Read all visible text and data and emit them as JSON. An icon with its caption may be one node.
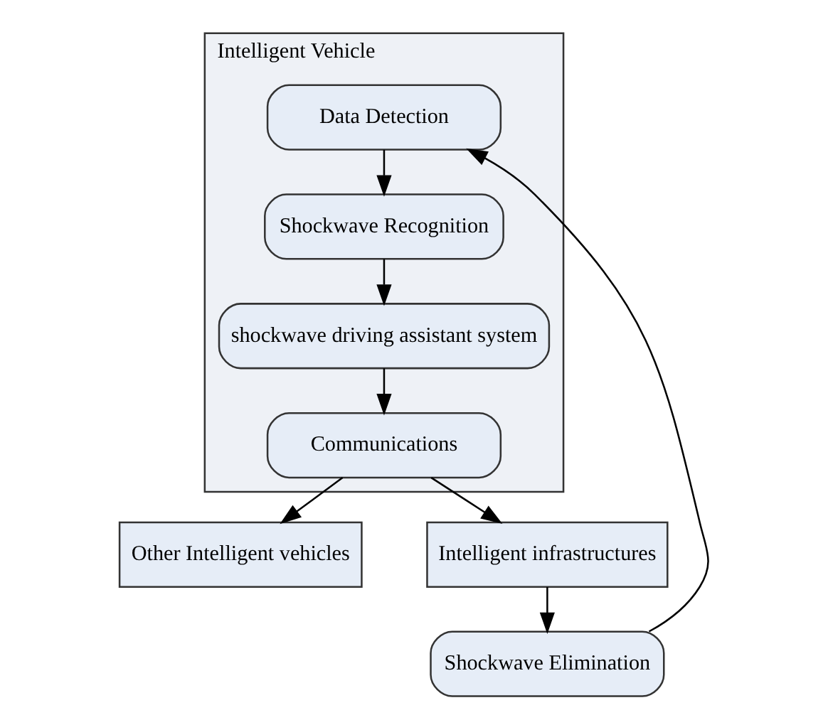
{
  "diagram": {
    "nodes": [
      {
        "text": [
          "Intelligent Vehicle"
        ]
      },
      {
        "text": [
          "Data Detection"
        ],
        "in": 0
      },
      {
        "text": [
          "Shockwave Recognition"
        ],
        "in": 0
      },
      {
        "text": [
          "shockwave driving assistant system"
        ],
        "in": 0
      },
      {
        "text": [
          "Communications"
        ],
        "in": 0
      },
      {
        "text": [
          "Other Intelligent vehicles"
        ]
      },
      {
        "text": [
          "Intelligent infrastructures"
        ]
      },
      {
        "text": [
          "Shockwave Elimination"
        ]
      }
    ],
    "edges": [
      {
        "from": 1,
        "to": 2,
        "arrow": "to"
      },
      {
        "from": 2,
        "to": 3,
        "arrow": "to"
      },
      {
        "from": 3,
        "to": 4,
        "arrow": "to"
      },
      {
        "from": 4,
        "to": 5,
        "arrow": "to"
      },
      {
        "from": 4,
        "to": 6,
        "arrow": "to"
      },
      {
        "from": 6,
        "to": 7,
        "arrow": "to"
      },
      {
        "from": 7,
        "to": 1,
        "arrow": "to"
      }
    ]
  }
}
